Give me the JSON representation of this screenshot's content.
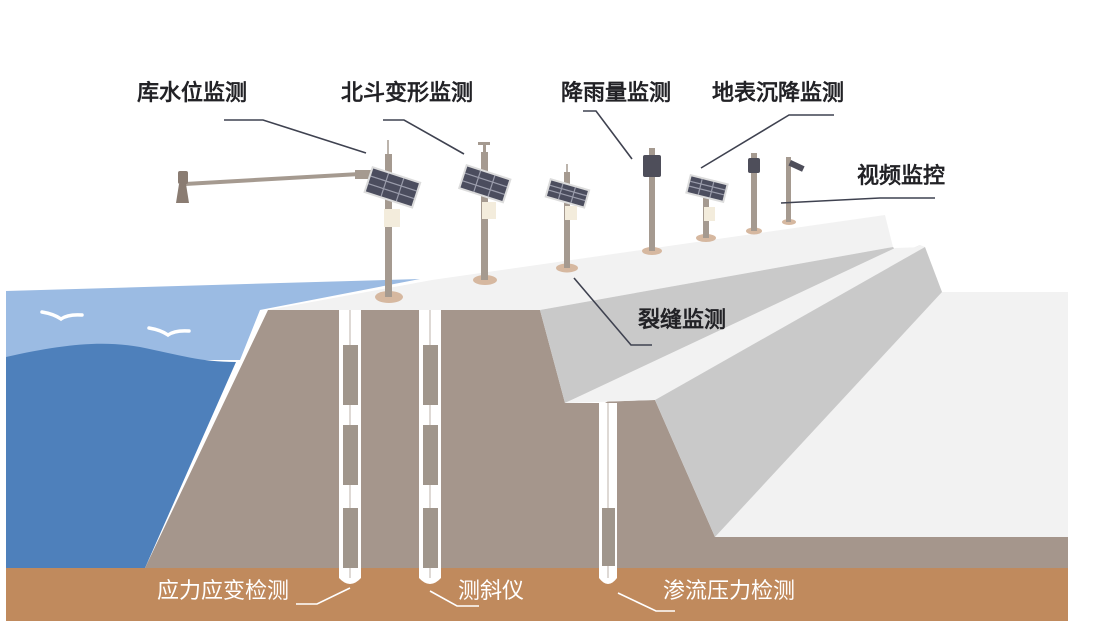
{
  "title": "水库大坝安全监测系统示意图",
  "colors": {
    "sky_water": "#9bbbe3",
    "deep_water": "#4e80bb",
    "dam_body": "#a5968c",
    "foundation": "#c08a5d",
    "crest": "#f2f2f2",
    "slope": "#c9c9c9",
    "pole": "#a59a90",
    "pole_base": "#d6b8a0",
    "device_dark": "#4e4e5a",
    "leader_line_dark": "#3f4250",
    "leader_line_light": "#ffffff"
  },
  "labels": {
    "reservoir_level": "库水位监测",
    "beidou_deformation": "北斗变形监测",
    "rainfall": "降雨量监测",
    "surface_settlement": "地表沉降监测",
    "video_surveillance": "视频监控",
    "crack": "裂缝监测",
    "stress_strain": "应力应变检测",
    "inclinometer": "测斜仪",
    "seepage_pressure": "渗流压力检测"
  }
}
